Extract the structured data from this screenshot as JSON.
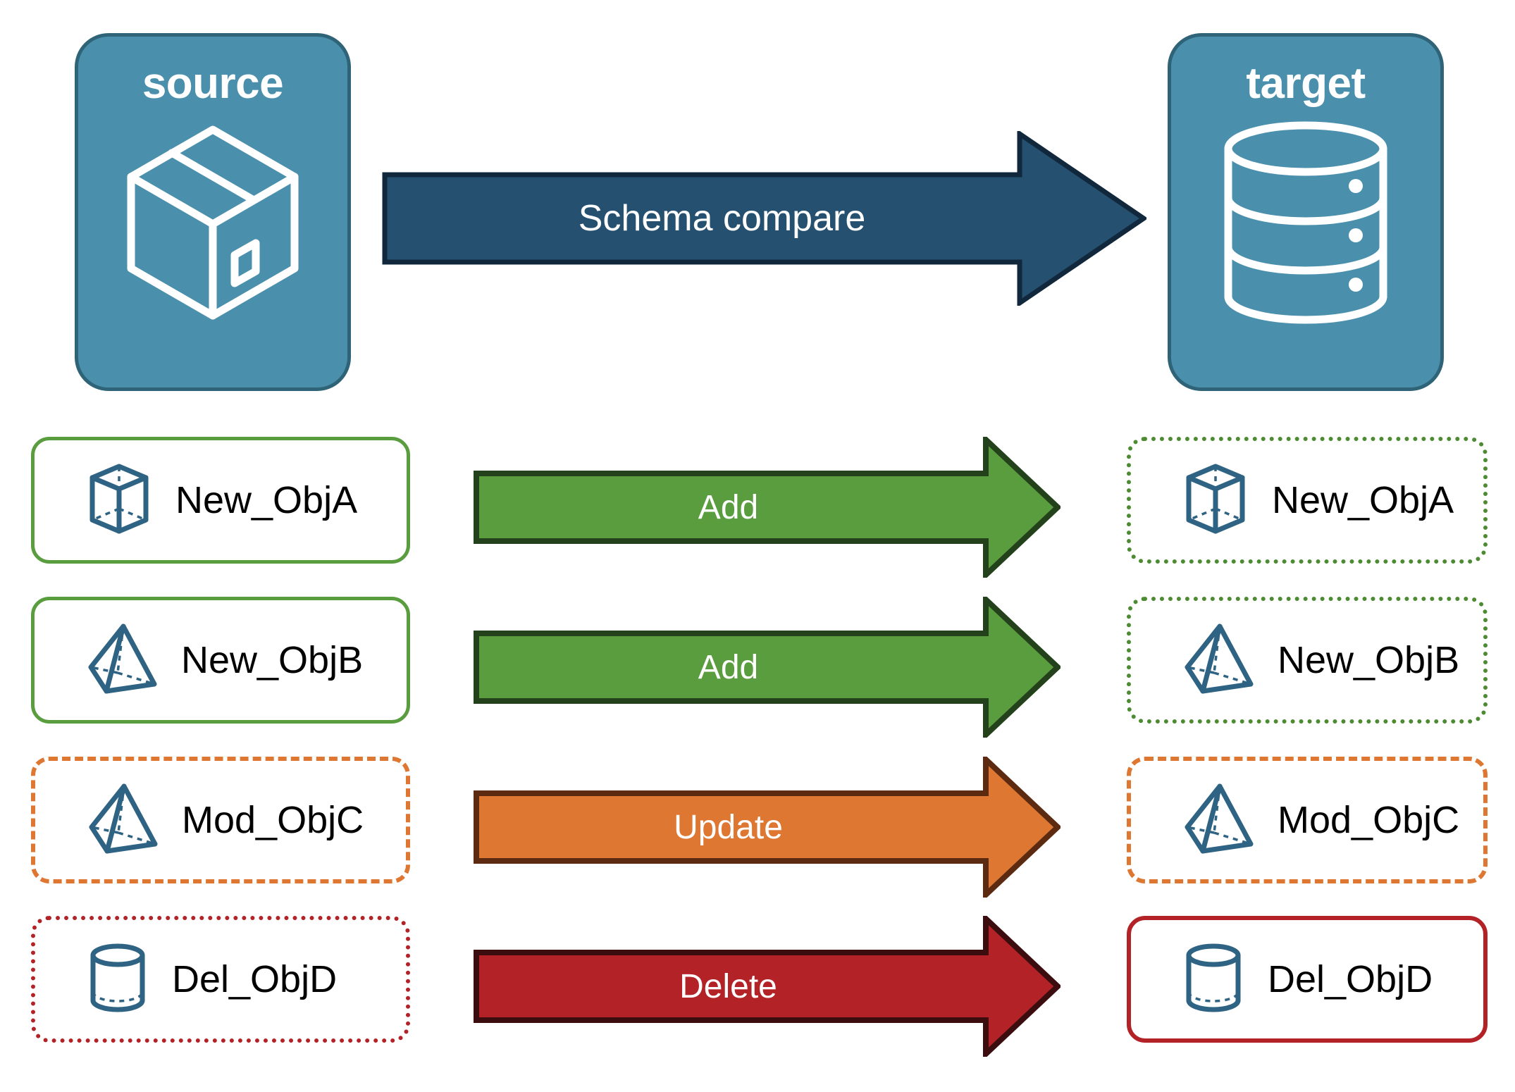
{
  "diagram": {
    "title": "Schema compare",
    "colors": {
      "endpoint_fill": "#4A90AC",
      "endpoint_border": "#2F6377",
      "icon_blue": "#2F6383",
      "compare_arrow_fill": "#255070",
      "compare_arrow_border": "#11283C",
      "add_green": "#5A9D3F",
      "add_green_border": "#23411A",
      "update_orange": "#DE7732",
      "update_orange_border": "#5B2A10",
      "delete_red": "#B22227",
      "delete_red_border": "#3C0D0E",
      "label_text": "#000000",
      "arrow_text": "#FFFFFF"
    }
  },
  "endpoints": {
    "source": {
      "label": "source",
      "icon": "box-3d-icon"
    },
    "target": {
      "label": "target",
      "icon": "database-cylinder-icon"
    }
  },
  "compare_arrow": {
    "label": "Schema compare",
    "direction": "right"
  },
  "rows": [
    {
      "action": "Add",
      "action_style": "add",
      "source": {
        "label": "New_ObjA",
        "icon": "wireframe-cube-icon",
        "border": "solid-green"
      },
      "target": {
        "label": "New_ObjA",
        "icon": "wireframe-cube-icon",
        "border": "dotted-green"
      }
    },
    {
      "action": "Add",
      "action_style": "add",
      "source": {
        "label": "New_ObjB",
        "icon": "wireframe-pyramid-icon",
        "border": "solid-green"
      },
      "target": {
        "label": "New_ObjB",
        "icon": "wireframe-pyramid-icon",
        "border": "dotted-green"
      }
    },
    {
      "action": "Update",
      "action_style": "update",
      "source": {
        "label": "Mod_ObjC",
        "icon": "wireframe-pyramid-icon",
        "border": "dashed-orange"
      },
      "target": {
        "label": "Mod_ObjC",
        "icon": "wireframe-pyramid-icon",
        "border": "dashed-orange"
      }
    },
    {
      "action": "Delete",
      "action_style": "delete",
      "source": {
        "label": "Del_ObjD",
        "icon": "wireframe-cylinder-icon",
        "border": "dotted-red"
      },
      "target": {
        "label": "Del_ObjD",
        "icon": "wireframe-cylinder-icon",
        "border": "solid-red"
      }
    }
  ]
}
